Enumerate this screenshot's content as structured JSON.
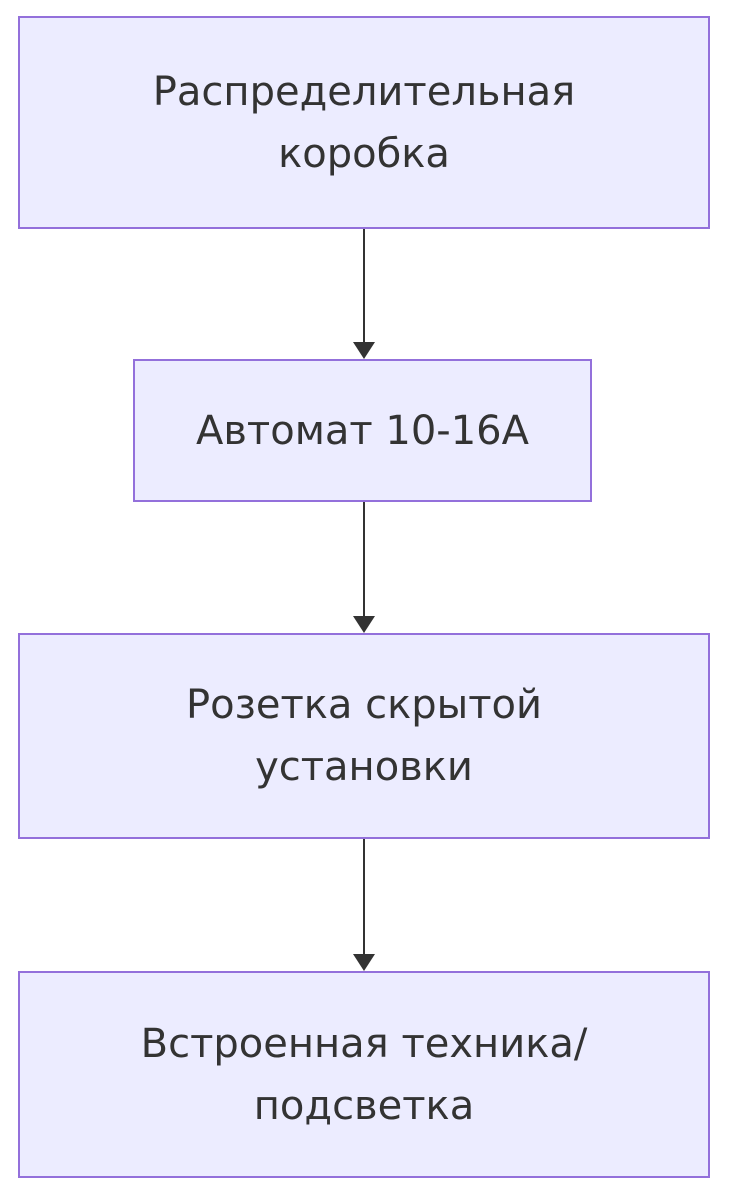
{
  "diagram": {
    "type": "flowchart",
    "direction": "top-down",
    "background_color": "#ffffff",
    "node_fill_color": "#ECECFF",
    "node_border_color": "#9370DB",
    "text_color": "#333333",
    "arrow_color": "#333333",
    "nodes": [
      {
        "id": "distribution-box",
        "label": "Распределительная коробка",
        "lines": [
          "Распределительная",
          "коробка"
        ]
      },
      {
        "id": "breaker",
        "label": "Автомат 10-16А",
        "lines": [
          "Автомат 10-16А"
        ]
      },
      {
        "id": "recessed-socket",
        "label": "Розетка скрытой установки",
        "lines": [
          "Розетка скрытой",
          "установки"
        ]
      },
      {
        "id": "builtin-appliance",
        "label": "Встроенная техника/подсветка",
        "lines": [
          "Встроенная техника/",
          "подсветка"
        ]
      }
    ],
    "edges": [
      {
        "from": "Распределительная коробка",
        "to": "Автомат 10-16А"
      },
      {
        "from": "Автомат 10-16А",
        "to": "Розетка скрытой установки"
      },
      {
        "from": "Розетка скрытой установки",
        "to": "Встроенная техника/подсветка"
      }
    ]
  }
}
